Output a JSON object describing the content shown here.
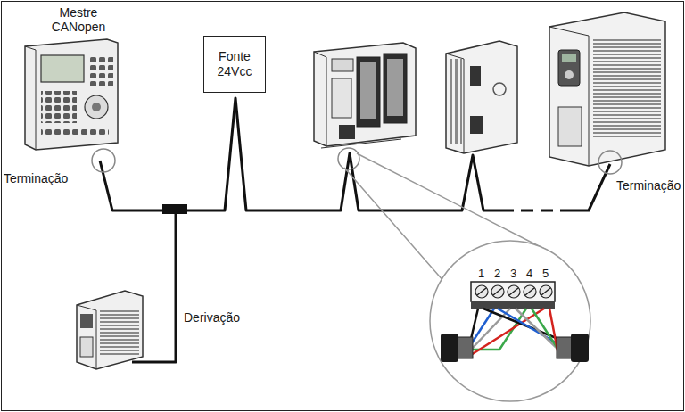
{
  "diagram": {
    "nodes": [
      {
        "text": [
          "Fonte 24Vcc"
        ]
      }
    ],
    "labels": [
      "Mestre CANopen",
      "Terminação",
      "Terminação",
      "Derivação",
      "1",
      "2",
      "3",
      "4",
      "5"
    ]
  }
}
